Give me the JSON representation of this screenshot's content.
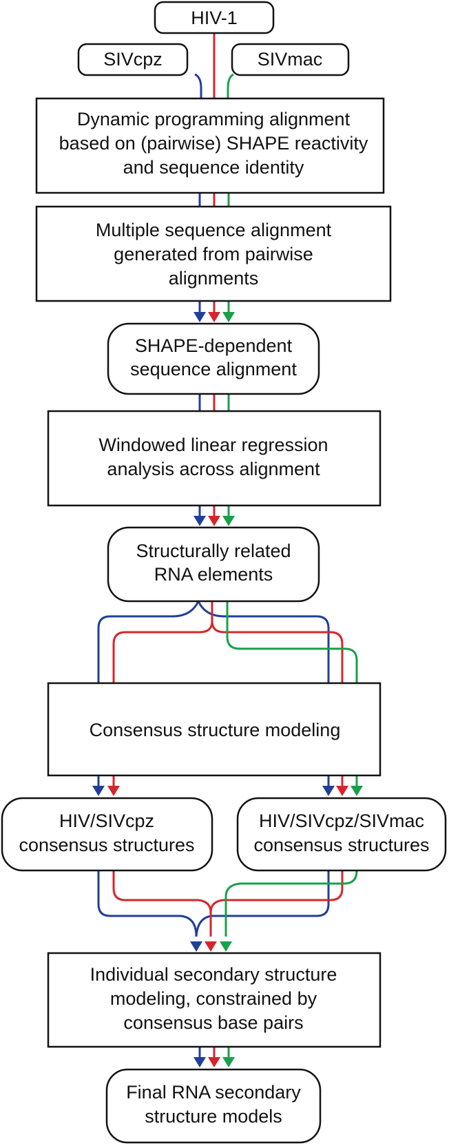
{
  "colors": {
    "hiv1": "#d6252a",
    "sivcpz": "#1f3f9a",
    "sivmac": "#18a04a"
  },
  "nodes": {
    "hiv1": {
      "lines": [
        "HIV-1"
      ]
    },
    "sivcpz": {
      "lines": [
        "SIVcpz"
      ]
    },
    "sivmac": {
      "lines": [
        "SIVmac"
      ]
    },
    "dp_alignment": {
      "lines": [
        "Dynamic programming alignment",
        "based on (pairwise) SHAPE reactivity",
        "and sequence identity"
      ]
    },
    "msa": {
      "lines": [
        "Multiple sequence alignment",
        "generated from pairwise",
        "alignments"
      ]
    },
    "shape_alignment": {
      "lines": [
        "SHAPE-dependent",
        "sequence alignment"
      ]
    },
    "regression": {
      "lines": [
        "Windowed linear regression",
        "analysis across alignment"
      ]
    },
    "related_elements": {
      "lines": [
        "Structurally related",
        "RNA elements"
      ]
    },
    "consensus_modeling": {
      "lines": [
        "Consensus structure modeling"
      ]
    },
    "hiv_sivcpz": {
      "lines": [
        "HIV/SIVcpz",
        "consensus structures"
      ]
    },
    "hiv_sivcpz_sivmac": {
      "lines": [
        "HIV/SIVcpz/SIVmac",
        "consensus structures"
      ]
    },
    "individual_modeling": {
      "lines": [
        "Individual secondary structure",
        "modeling, constrained by",
        "consensus base pairs"
      ]
    },
    "final_models": {
      "lines": [
        "Final RNA secondary",
        "structure models"
      ]
    }
  }
}
